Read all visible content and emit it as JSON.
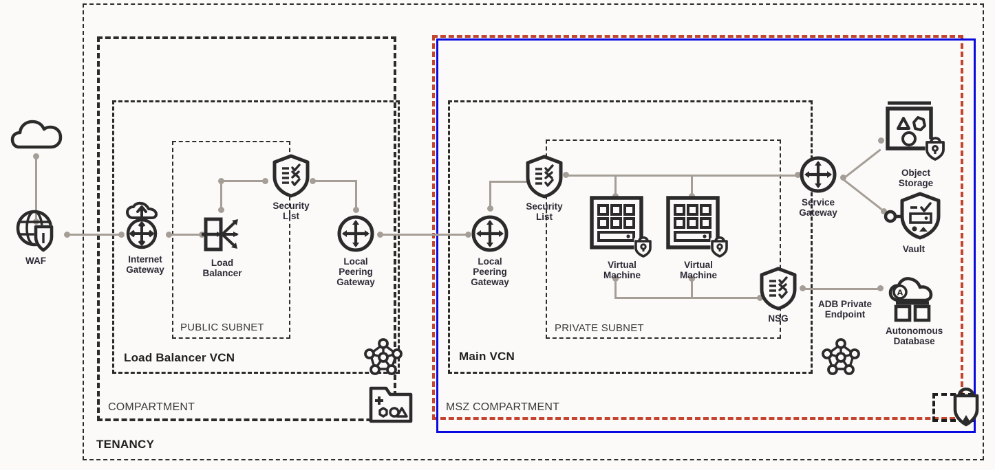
{
  "diagram": {
    "title": "OCI Maximum Security Zone architecture",
    "background": "#fbfaf8",
    "accent_red": "#c4452f",
    "accent_blue": "#0a0ae0",
    "line_color": "#a59e97",
    "label_color": "#2d2a36"
  },
  "boundaries": {
    "tenancy": {
      "label": "TENANCY"
    },
    "compartment": {
      "label": "COMPARTMENT"
    },
    "msz_compartment": {
      "label": "MSZ COMPARTMENT"
    },
    "lb_vcn": {
      "label": "Load Balancer VCN"
    },
    "main_vcn": {
      "label": "Main VCN"
    },
    "public_subnet": {
      "label": "PUBLIC SUBNET"
    },
    "private_subnet": {
      "label": "PRIVATE SUBNET"
    }
  },
  "nodes": {
    "cloud": {
      "label": "",
      "icon": "cloud-icon"
    },
    "waf": {
      "label": "WAF",
      "icon": "waf-globe-shield-icon"
    },
    "internet_gateway": {
      "label": "Internet\nGateway",
      "icon": "internet-gateway-icon"
    },
    "load_balancer": {
      "label": "Load\nBalancer",
      "icon": "load-balancer-icon"
    },
    "security_list_public": {
      "label": "Security\nList",
      "icon": "security-list-shield-icon"
    },
    "local_peering_gateway_lb": {
      "label": "Local\nPeering\nGateway",
      "icon": "local-peering-gateway-icon"
    },
    "local_peering_gateway_main": {
      "label": "Local\nPeering\nGateway",
      "icon": "local-peering-gateway-icon"
    },
    "security_list_private": {
      "label": "Security\nList",
      "icon": "security-list-shield-icon"
    },
    "virtual_machine_1": {
      "label": "Virtual\nMachine",
      "icon": "virtual-machine-icon"
    },
    "virtual_machine_2": {
      "label": "Virtual\nMachine",
      "icon": "virtual-machine-icon"
    },
    "service_gateway": {
      "label": "Service\nGateway",
      "icon": "service-gateway-icon"
    },
    "nsg": {
      "label": "NSG",
      "icon": "nsg-shield-icon"
    },
    "adb_private_endpoint": {
      "label": "ADB Private\nEndpoint",
      "icon": ""
    },
    "object_storage": {
      "label": "Object\nStorage",
      "icon": "object-storage-icon"
    },
    "vault": {
      "label": "Vault",
      "icon": "vault-shield-key-icon"
    },
    "autonomous_database": {
      "label": "Autonomous\nDatabase",
      "icon": "autonomous-database-icon"
    }
  },
  "decorations": {
    "vcn_badge_lb": {
      "icon": "vcn-mesh-icon"
    },
    "vcn_badge_main": {
      "icon": "vcn-mesh-icon"
    },
    "compartment_badge": {
      "icon": "compartment-folder-icon"
    },
    "security_zone_badge": {
      "icon": "security-zone-shield-icon"
    }
  }
}
